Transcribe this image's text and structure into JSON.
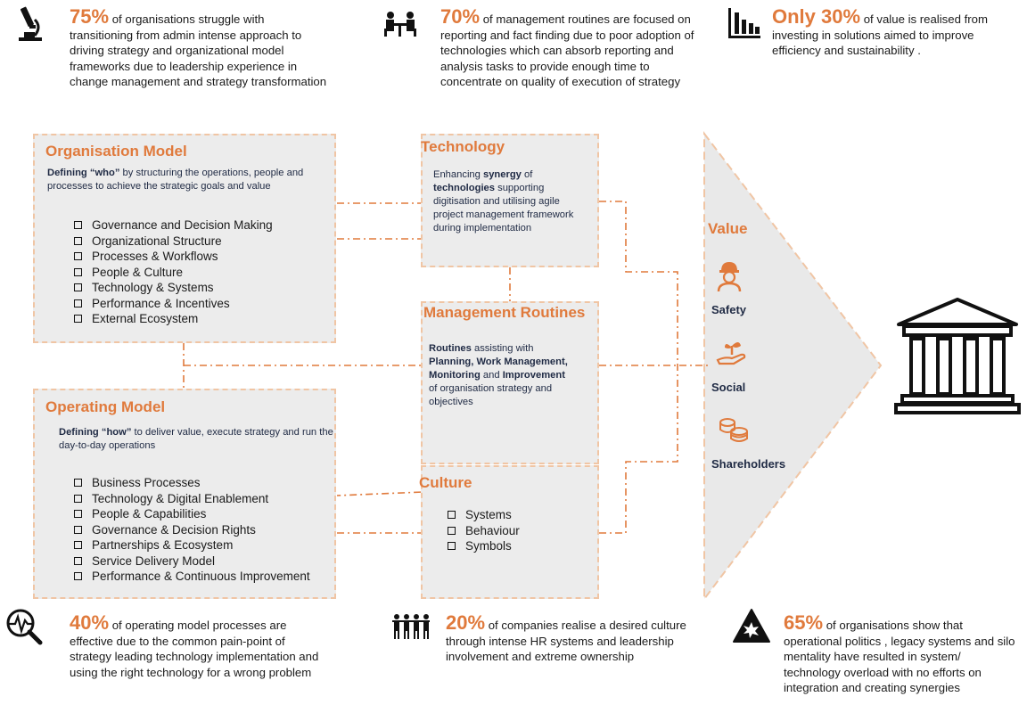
{
  "stats_top": [
    {
      "pct": "75%",
      "text": " of organisations struggle with transitioning from admin intense approach to driving strategy and organizational model frameworks due to leadership experience in change management and strategy transformation",
      "icon": "microscope-icon"
    },
    {
      "pct": "70%",
      "text": " of management routines are focused on reporting and fact finding due to poor adoption of technologies which can absorb reporting and analysis tasks to provide enough time to concentrate on quality of execution of strategy",
      "icon": "meeting-icon"
    },
    {
      "pct": "Only 30%",
      "text": " of value is realised from investing in solutions aimed to improve efficiency and sustainability .",
      "icon": "bar-chart-icon"
    }
  ],
  "stats_bottom": [
    {
      "pct": "40%",
      "text": " of operating model processes are effective due to the common pain-point of strategy leading technology implementation and using the right technology for a wrong problem",
      "icon": "magnifier-pulse-icon"
    },
    {
      "pct": "20%",
      "text": " of companies realise a desired culture through intense HR systems and leadership involvement and extreme ownership",
      "icon": "team-icon"
    },
    {
      "pct": "65%",
      "text": " of organisations show that operational politics , legacy systems and silo mentality have resulted in system/ technology overload with no efforts on integration and creating synergies",
      "icon": "warning-explosion-icon"
    }
  ],
  "org_model": {
    "title": "Organisation Model",
    "desc_bold": "Defining “who”",
    "desc_rest": " by structuring the operations, people and processes to achieve the strategic goals and value",
    "items": [
      "Governance and Decision Making",
      "Organizational Structure",
      "Processes & Workflows",
      "People & Culture",
      "Technology & Systems",
      "Performance & Incentives",
      "External Ecosystem"
    ]
  },
  "op_model": {
    "title": "Operating Model",
    "desc_bold": "Defining  “how”",
    "desc_rest": "  to deliver value, execute strategy and run the day-to-day operations",
    "items": [
      "Business Processes",
      "Technology & Digital Enablement",
      "People & Capabilities",
      "Governance & Decision Rights",
      "Partnerships & Ecosystem",
      "Service Delivery Model",
      "Performance & Continuous Improvement"
    ]
  },
  "technology": {
    "title": "Technology",
    "d1": "Enhancing ",
    "d2": "synergy",
    "d3": " of ",
    "d4": "technologies",
    "d5": " supporting digitisation and utilising agile project management framework during implementation"
  },
  "mgmt": {
    "title": "Management Routines",
    "d1": "Routines",
    "d2": " assisting with ",
    "d3": "Planning, Work Management, Monitoring",
    "d4": " and ",
    "d5": "Improvement",
    "d6": " of organisation strategy and objectives"
  },
  "culture": {
    "title": "Culture",
    "items": [
      "Systems",
      "Behaviour",
      "Symbols"
    ]
  },
  "value": {
    "title": "Value",
    "items": [
      {
        "label": "Safety",
        "icon": "worker-icon"
      },
      {
        "label": "Social",
        "icon": "plant-hand-icon"
      },
      {
        "label": "Shareholders",
        "icon": "coins-icon"
      }
    ]
  },
  "colors": {
    "accent": "#e07a3c",
    "box": "#ececec",
    "border": "#f0c5a4",
    "dark": "#1f2a44"
  }
}
